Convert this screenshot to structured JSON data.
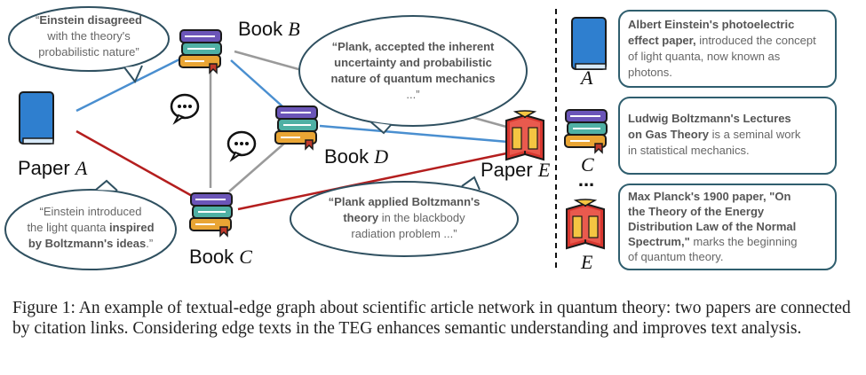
{
  "nodes": {
    "paper_a": {
      "prefix": "Paper ",
      "letter": "A"
    },
    "book_b": {
      "prefix": "Book ",
      "letter": "B"
    },
    "book_c": {
      "prefix": "Book ",
      "letter": "C"
    },
    "book_d": {
      "prefix": "Book ",
      "letter": "D"
    },
    "paper_e": {
      "prefix": "Paper ",
      "letter": "E"
    }
  },
  "bubbles": {
    "einstein_disagreed": [
      [
        {
          "t": "“",
          "b": false
        },
        {
          "t": "Einstein disagreed",
          "b": true
        }
      ],
      [
        {
          "t": "with the theory's",
          "b": false
        }
      ],
      [
        {
          "t": "probabilistic nature”",
          "b": false
        }
      ]
    ],
    "plank_accepted": [
      [
        {
          "t": "“Plank, accepted the inherent",
          "b": true
        }
      ],
      [
        {
          "t": "uncertainty and probabilistic",
          "b": true
        }
      ],
      [
        {
          "t": "nature of quantum mechanics",
          "b": true
        }
      ],
      [
        {
          "t": "...”",
          "b": false
        }
      ]
    ],
    "einstein_introduced": [
      [
        {
          "t": "“Einstein introduced",
          "b": false
        }
      ],
      [
        {
          "t": "the light quanta ",
          "b": false
        },
        {
          "t": "inspired",
          "b": true
        }
      ],
      [
        {
          "t": "by Boltzmann's ideas",
          "b": true
        },
        {
          "t": ".”",
          "b": false
        }
      ]
    ],
    "plank_applied": [
      [
        {
          "t": "“Plank applied Boltzmann's",
          "b": true
        }
      ],
      [
        {
          "t": "theory",
          "b": true
        },
        {
          "t": " in the blackbody",
          "b": false
        }
      ],
      [
        {
          "t": "radiation problem ...”",
          "b": false
        }
      ]
    ]
  },
  "legend": {
    "items": [
      {
        "letter": "A",
        "lines": [
          [
            {
              "t": "Albert Einstein's photoelectric",
              "b": true
            }
          ],
          [
            {
              "t": "effect paper,",
              "b": true
            },
            {
              "t": " introduced the concept",
              "b": false
            }
          ],
          [
            {
              "t": "of light quanta, now known as",
              "b": false
            }
          ],
          [
            {
              "t": "photons.",
              "b": false
            }
          ]
        ]
      },
      {
        "letter": "C",
        "lines": [
          [
            {
              "t": "Ludwig Boltzmann's Lectures",
              "b": true
            }
          ],
          [
            {
              "t": "on Gas Theory",
              "b": true
            },
            {
              "t": " is a seminal work",
              "b": false
            }
          ],
          [
            {
              "t": "in statistical mechanics.",
              "b": false
            }
          ]
        ]
      },
      {
        "letter": "E",
        "lines": [
          [
            {
              "t": "Max Planck's 1900 paper, \"On",
              "b": true
            }
          ],
          [
            {
              "t": "the Theory of the Energy",
              "b": true
            }
          ],
          [
            {
              "t": "Distribution Law of the Normal",
              "b": true
            }
          ],
          [
            {
              "t": "Spectrum,\"",
              "b": true
            },
            {
              "t": " marks the beginning",
              "b": false
            }
          ],
          [
            {
              "t": "of quantum theory.",
              "b": false
            }
          ]
        ]
      }
    ],
    "ellipsis": "..."
  },
  "caption": "Figure 1: An example of textual-edge graph about scientific article network in quantum theory: two papers are connected by citation links. Considering edge texts in the TEG enhances semantic understanding and improves text analysis.",
  "colors": {
    "blue_edge": "#4a8fd0",
    "red_edge": "#b41e1e",
    "gray_edge": "#9a9a9a",
    "bubble_stroke": "#2f5060",
    "legend_stroke": "#2f5e6e",
    "paper_blue": "#2f7fcf",
    "book_red": "#d8372f"
  }
}
